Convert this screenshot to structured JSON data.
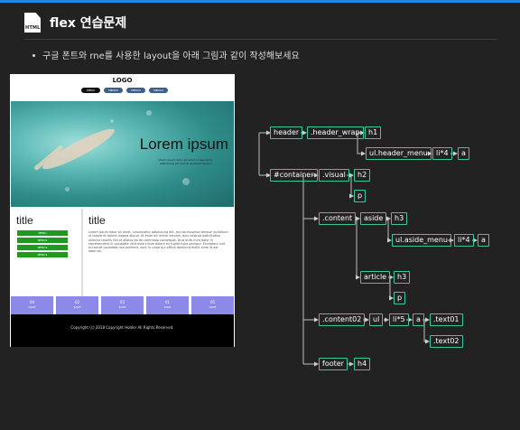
{
  "page": {
    "title": "flex 연습문제",
    "icon_label": "HTML",
    "instruction": "구글 폰트와 rne를 사용한 layout을 아래 그림과 같이 작성해보세요"
  },
  "preview": {
    "logo": "LOGO",
    "menu": [
      "MENU",
      "MENU2",
      "MENU3",
      "MENU4"
    ],
    "visual_heading": "Lorem ipsum",
    "visual_text": "Lorem ipsum dolor sit amet consectetur adipisicing elit sed do eiusmod tempor",
    "aside_title": "title",
    "aside_menu": [
      "MENU",
      "MENU2",
      "MENU3",
      "MENU4"
    ],
    "article_title": "title",
    "article_text": "Lorem ipsum dolor sit amet, consectetur adipisicing elit, sed do eiusmod tempor incididunt ut labore et dolore magna aliqua. Ut enim ad minim veniam, quis nostrud exercitation ullamco laboris nisi ut aliquip ex ea commodo consequat. Duis aute irure dolor in reprehenderit in voluptate velit esse cillum dolore eu fugiat nulla pariatur. Excepteur sint occaecat cupidatat non proident, sunt in culpa qui officia deserunt mollit anim id est laborum.",
    "boxes": [
      {
        "num": "04",
        "label": "SAVE"
      },
      {
        "num": "02",
        "label": "SAVE"
      },
      {
        "num": "03",
        "label": "SAVE"
      },
      {
        "num": "01",
        "label": "SAVE"
      },
      {
        "num": "05",
        "label": "SAVE"
      }
    ],
    "footer": "Copyright (c) 2018 Copyright Holder All Rights Reserved."
  },
  "tree": {
    "header": "header",
    "header_wrap": ".header_wrap",
    "h1": "h1",
    "ul_header_menu": "ul.header_menu",
    "li_header": "li*4",
    "a_header": "a",
    "container": "#container",
    "visual": ".visual",
    "h2": "h2",
    "p_visual": "p",
    "content": ".content",
    "aside": "aside",
    "h3_aside": "h3",
    "ul_aside_menu": "ul.aside_menu",
    "li_aside": "li*4",
    "a_aside": "a",
    "article": "article",
    "h3_article": "h3",
    "p_article": "p",
    "content02": ".content02",
    "ul": "ul",
    "li_content02": "li*5",
    "a_content02": "a",
    "text01": ".text01",
    "text02": ".text02",
    "footer": "footer",
    "h4": "h4"
  }
}
